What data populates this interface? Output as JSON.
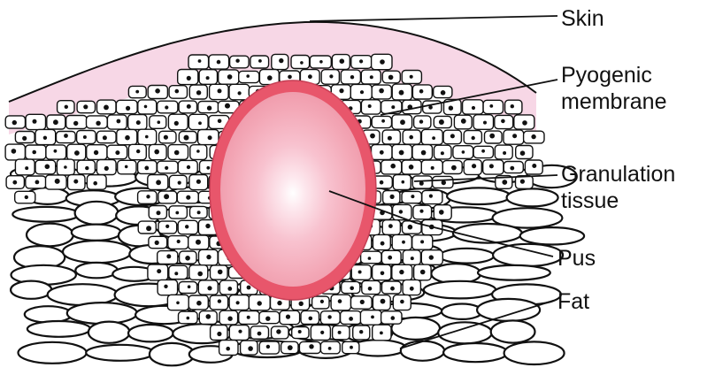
{
  "diagram": {
    "labels": {
      "skin": "Skin",
      "pyogenic_membrane": "Pyogenic\nmembrane",
      "granulation_tissue": "Granulation\ntissue",
      "pus": "Pus",
      "fat": "Fat"
    },
    "colors": {
      "skin_fill": "#f7d7e6",
      "membrane": "#e8566b",
      "pus_outer": "#f2a0ad",
      "pus_center": "#ffffff",
      "line": "#111111"
    }
  }
}
